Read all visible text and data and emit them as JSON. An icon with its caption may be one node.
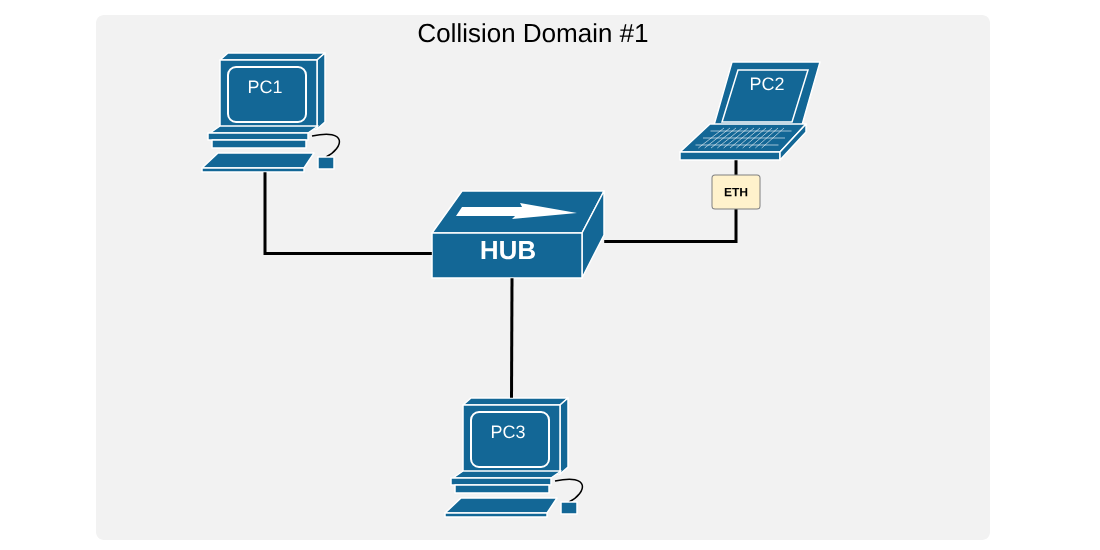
{
  "diagram": {
    "nodes": [
      {
        "text": [
          "Collision Domain #1"
        ]
      },
      {
        "text": [
          "PC1"
        ],
        "in": 0
      },
      {
        "text": [
          "PC2"
        ],
        "in": 0
      },
      {
        "text": [
          "HUB"
        ],
        "in": 0
      },
      {
        "text": [
          "PC3"
        ],
        "in": 0
      }
    ],
    "edges": [
      {
        "from": 1,
        "to": 3,
        "arrow": "none"
      },
      {
        "from": 3,
        "to": 2,
        "arrow": "none",
        "label": "ETH"
      },
      {
        "from": 3,
        "to": 4,
        "arrow": "none"
      }
    ]
  }
}
